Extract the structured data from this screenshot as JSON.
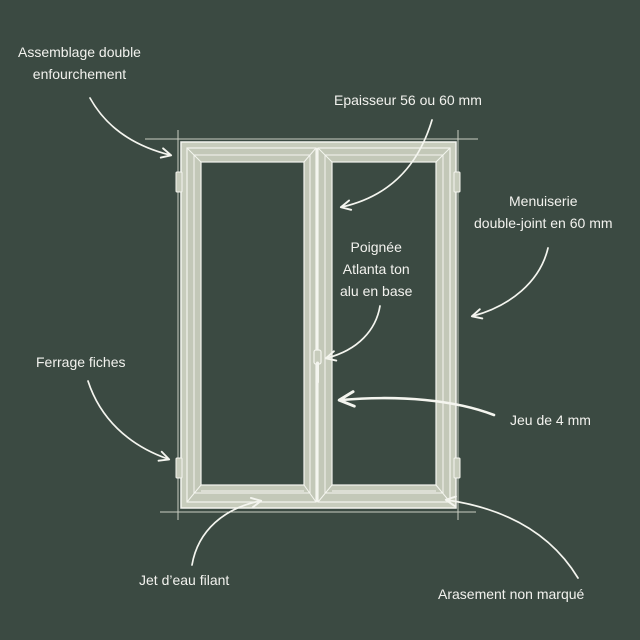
{
  "colors": {
    "background": "#3b4a42",
    "frame_fill": "#c7ccbc",
    "frame_line": "#f4f5ef",
    "glass": "#3b4a42",
    "text": "#f2f2ee"
  },
  "labels": {
    "assemblage": {
      "line1": "Assemblage double",
      "line2": "enfourchement"
    },
    "epaisseur": {
      "line1": "Epaisseur 56 ou 60 mm"
    },
    "menuiserie": {
      "line1": "Menuiserie",
      "line2": "double-joint en 60 mm"
    },
    "poignee": {
      "line1": "Poignée",
      "line2": "Atlanta ton",
      "line3": "alu en base"
    },
    "ferrage": {
      "line1": "Ferrage fiches"
    },
    "jeu": {
      "line1": "Jeu de 4 mm"
    },
    "jet_eau": {
      "line1": "Jet d’eau filant"
    },
    "arasement": {
      "line1": "Arasement non marqué"
    }
  },
  "icons": {
    "handle": "window-handle-icon",
    "hinge": "hinge-icon",
    "arrow": "curved-arrow-icon"
  }
}
